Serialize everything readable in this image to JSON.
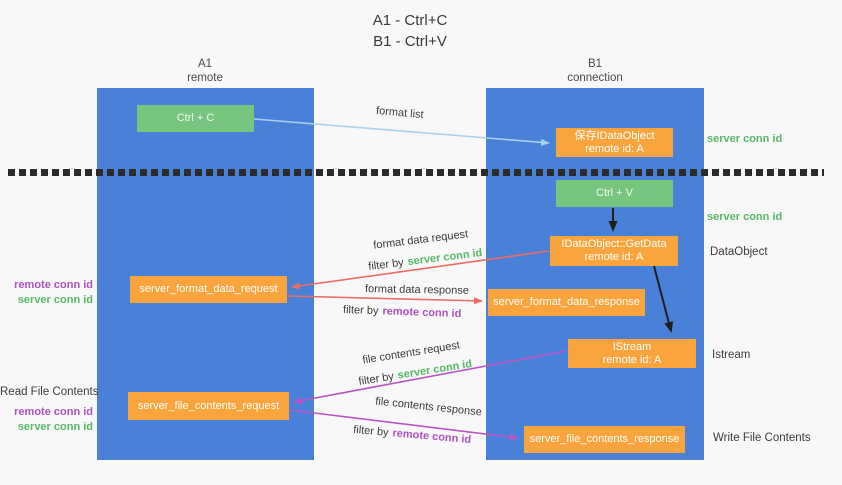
{
  "title": {
    "line1": "A1 - Ctrl+C",
    "line2": "B1 - Ctrl+V"
  },
  "lanes": {
    "left": {
      "name": "A1",
      "sub": "remote"
    },
    "right": {
      "name": "B1",
      "sub": "connection"
    }
  },
  "nodes": {
    "ctrl_c": {
      "label": "Ctrl + C"
    },
    "save_idataobject": {
      "line1": "保存IDataObject",
      "line2": "remote id: A"
    },
    "ctrl_v": {
      "label": "Ctrl + V"
    },
    "getdata": {
      "line1": "IDataObject::GetData",
      "line2": "remote id: A"
    },
    "format_request": {
      "label": "server_format_data_request"
    },
    "format_response": {
      "label": "server_format_data_response"
    },
    "istream": {
      "line1": "IStream",
      "line2": "remote id: A"
    },
    "file_request": {
      "label": "server_file_contents_request"
    },
    "file_response": {
      "label": "server_file_contents_response"
    }
  },
  "arrows": {
    "format_list": {
      "label": "format list"
    },
    "format_data_request": {
      "label": "format data request",
      "filter_prefix": "filter by",
      "filter_key": "server conn id"
    },
    "format_data_response": {
      "label": "format data response",
      "filter_prefix": "filter by",
      "filter_key": "remote conn id"
    },
    "file_contents_request": {
      "label": "file contents request",
      "filter_prefix": "filter by",
      "filter_key": "server conn id"
    },
    "file_contents_response": {
      "label": "file contents response",
      "filter_prefix": "filter by",
      "filter_key": "remote conn id"
    }
  },
  "side_labels": {
    "left_remote_conn_top": "remote conn id",
    "left_server_conn_top": "server conn id",
    "read_file_contents": "Read File Contents",
    "left_remote_conn_bottom": "remote conn id",
    "left_server_conn_bottom": "server conn id",
    "right_server_conn_top": "server conn id",
    "right_server_conn_mid": "server conn id",
    "dataobject": "DataObject",
    "istream": "Istream",
    "write_file_contents": "Write File Contents"
  },
  "colors": {
    "lane_blue": "#4a81d8",
    "box_green": "#77c57e",
    "box_orange": "#f9a43c",
    "text_green": "#56b966",
    "text_purple": "#ae52c5",
    "arrow_red": "#ee6b63",
    "arrow_magenta": "#bb55c3",
    "arrow_light_blue": "#a9d0ec",
    "arrow_black": "#1f1f1f"
  }
}
